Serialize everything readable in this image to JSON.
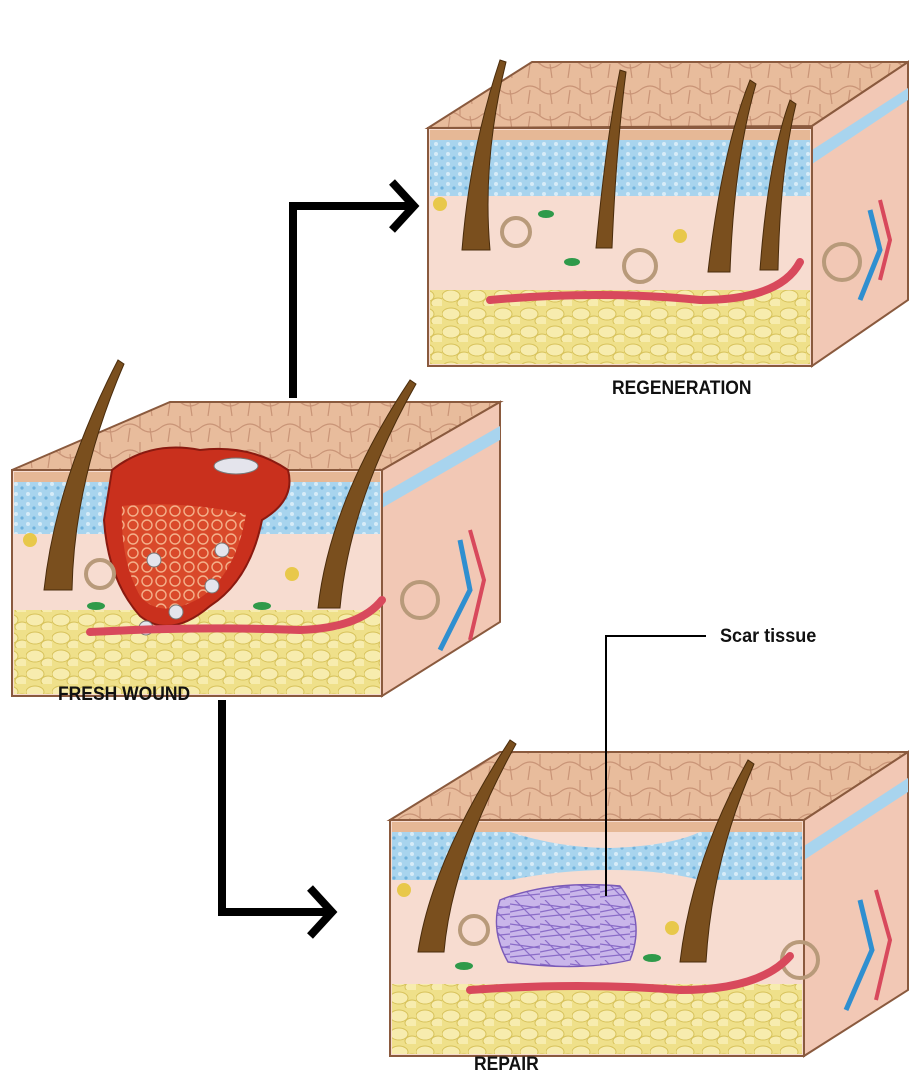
{
  "labels": {
    "regeneration": "REGENERATION",
    "fresh_wound": "FRESH WOUND",
    "repair": "REPAIR",
    "scar_tissue": "Scar tissue"
  },
  "colors": {
    "skin_top": "#e6b896",
    "skin_side": "#f1c7ac",
    "epidermis_blue": "#a8d4ee",
    "dermis": "#f7dcd0",
    "fat": "#efe08a",
    "hair": "#7a4f1e",
    "artery": "#d8495c",
    "vein": "#2f8fd0",
    "wound": "#c9301d",
    "scar": "#a88fd8",
    "arrow": "#000000"
  }
}
